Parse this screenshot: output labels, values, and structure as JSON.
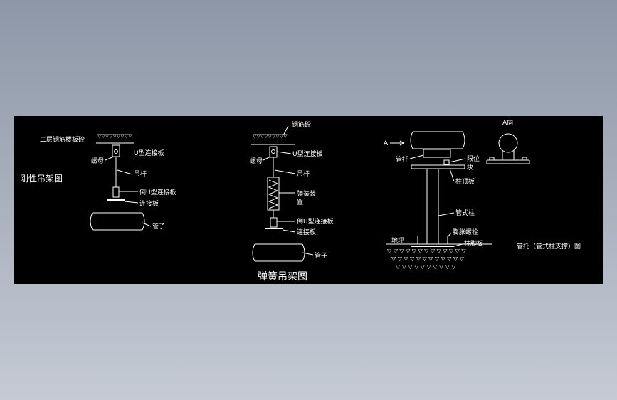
{
  "drawing": {
    "rigid": {
      "title": "刚性吊架图",
      "slab": "二层钢筋楼板砼",
      "u_plate": "U型连接板",
      "nut": "螺母",
      "rod": "吊杆",
      "inv_u_plate": "倒U型连接板",
      "conn_plate": "连接板",
      "pipe": "管子"
    },
    "spring": {
      "title": "弹簧吊架图",
      "concrete": "钢筋砼",
      "u_plate": "U型连接板",
      "nut": "螺母",
      "rod": "吊杆",
      "spring_line1": "弹簧装",
      "spring_line2": "置",
      "inv_u_plate": "倒U型连接板",
      "conn_plate": "连接板",
      "pipe": "管子"
    },
    "support": {
      "title": "管托（管式柱支撑）图",
      "view_arrow": "A",
      "view_a": "A向",
      "pipe_saddle": "管托",
      "limit_line1": "限位",
      "limit_line2": "块",
      "top_plate": "柱顶板",
      "column": "管式柱",
      "anchor": "膨胀螺栓",
      "ground": "地坪",
      "foot_plate": "柱脚板"
    }
  }
}
